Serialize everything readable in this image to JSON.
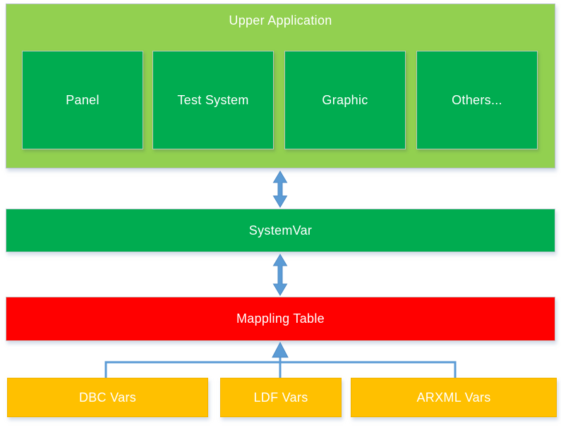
{
  "upper_application": {
    "title": "Upper Application",
    "modules": [
      {
        "label": "Panel"
      },
      {
        "label": "Test System"
      },
      {
        "label": "Graphic"
      },
      {
        "label": "Others..."
      }
    ]
  },
  "system_var": {
    "label": "SystemVar"
  },
  "mapping_table": {
    "label": "Mappling Table"
  },
  "sources": [
    {
      "label": "DBC Vars"
    },
    {
      "label": "LDF Vars"
    },
    {
      "label": "ARXML Vars"
    }
  ],
  "icons": {
    "upper_systemvar_link": "bidirectional-arrow",
    "systemvar_mapping_link": "bidirectional-arrow",
    "sources_to_mapping_link": "up-arrow-merge-connector"
  },
  "colors": {
    "container_light_green": "#92D050",
    "module_green": "#00AC50",
    "mapping_red": "#FF0000",
    "source_orange": "#FFC000",
    "connector_blue": "#5B9BD5",
    "text_white": "#FFFFFF"
  }
}
